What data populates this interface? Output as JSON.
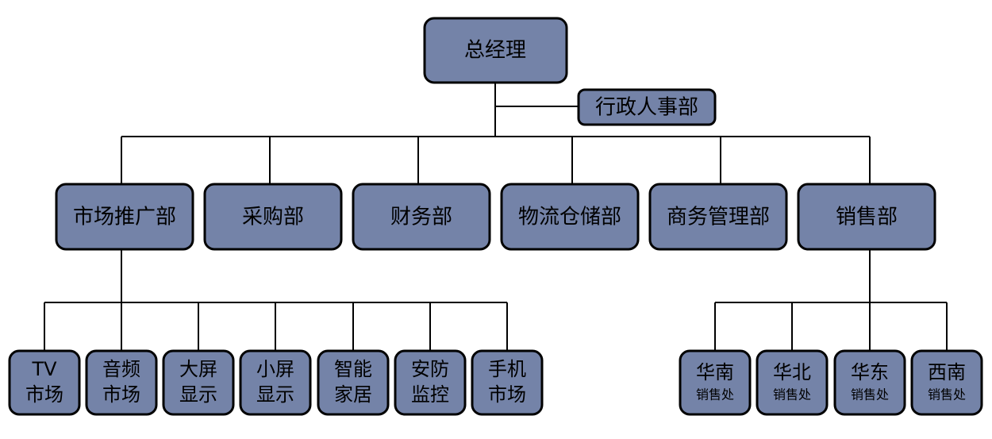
{
  "root": {
    "label": "总经理"
  },
  "assistant": {
    "label": "行政人事部"
  },
  "departments": [
    {
      "label": "市场推广部"
    },
    {
      "label": "采购部"
    },
    {
      "label": "财务部"
    },
    {
      "label": "物流仓储部"
    },
    {
      "label": "商务管理部"
    },
    {
      "label": "销售部"
    }
  ],
  "marketing_units": [
    {
      "line1": "TV",
      "line2": "市场"
    },
    {
      "line1": "音频",
      "line2": "市场"
    },
    {
      "line1": "大屏",
      "line2": "显示"
    },
    {
      "line1": "小屏",
      "line2": "显示"
    },
    {
      "line1": "智能",
      "line2": "家居"
    },
    {
      "line1": "安防",
      "line2": "监控"
    },
    {
      "line1": "手机",
      "line2": "市场"
    }
  ],
  "sales_offices": [
    {
      "line1": "华南",
      "line2": "销售处"
    },
    {
      "line1": "华北",
      "line2": "销售处"
    },
    {
      "line1": "华东",
      "line2": "销售处"
    },
    {
      "line1": "西南",
      "line2": "销售处"
    }
  ]
}
